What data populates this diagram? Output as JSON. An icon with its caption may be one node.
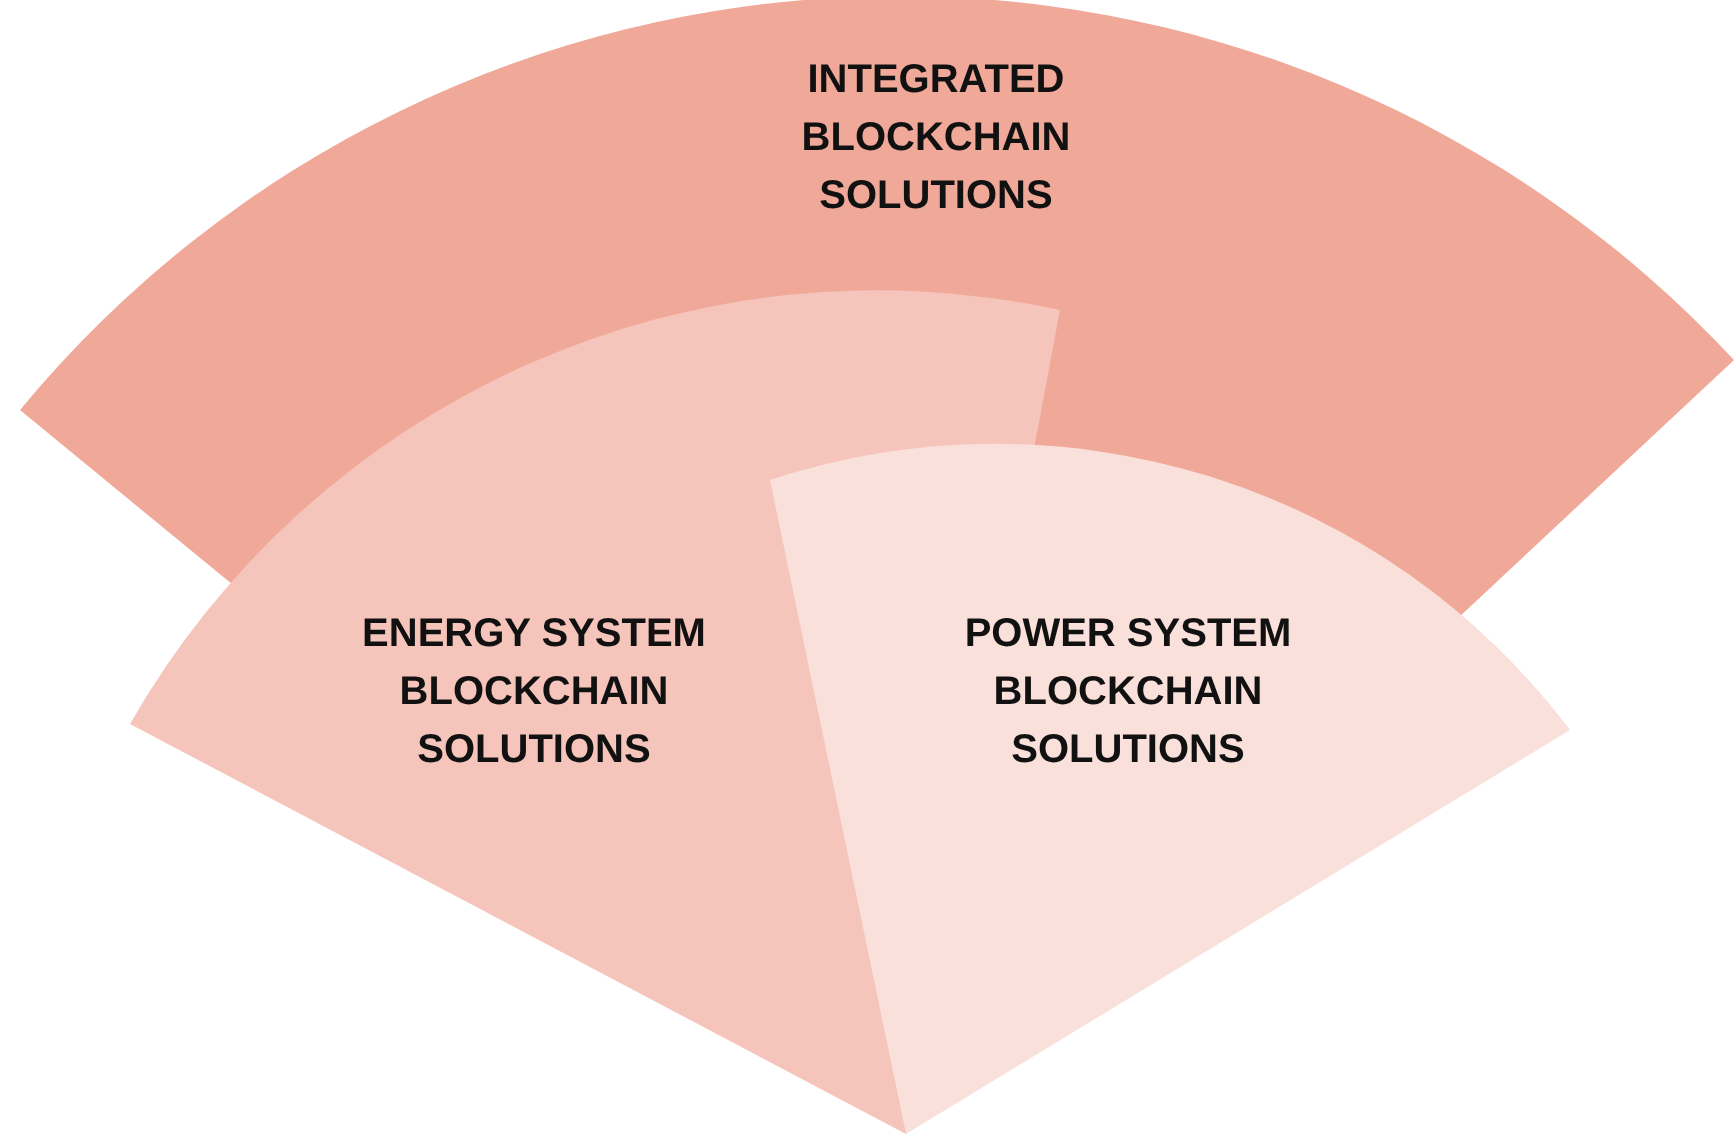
{
  "diagram": {
    "nodes": [
      {
        "text": [
          "INTEGRATED BLOCKCHAIN SOLUTIONS"
        ]
      },
      {
        "text": [
          "ENERGY SYSTEM BLOCKCHAIN SOLUTIONS"
        ]
      },
      {
        "text": [
          "POWER SYSTEM BLOCKCHAIN SOLUTIONS"
        ]
      }
    ]
  }
}
